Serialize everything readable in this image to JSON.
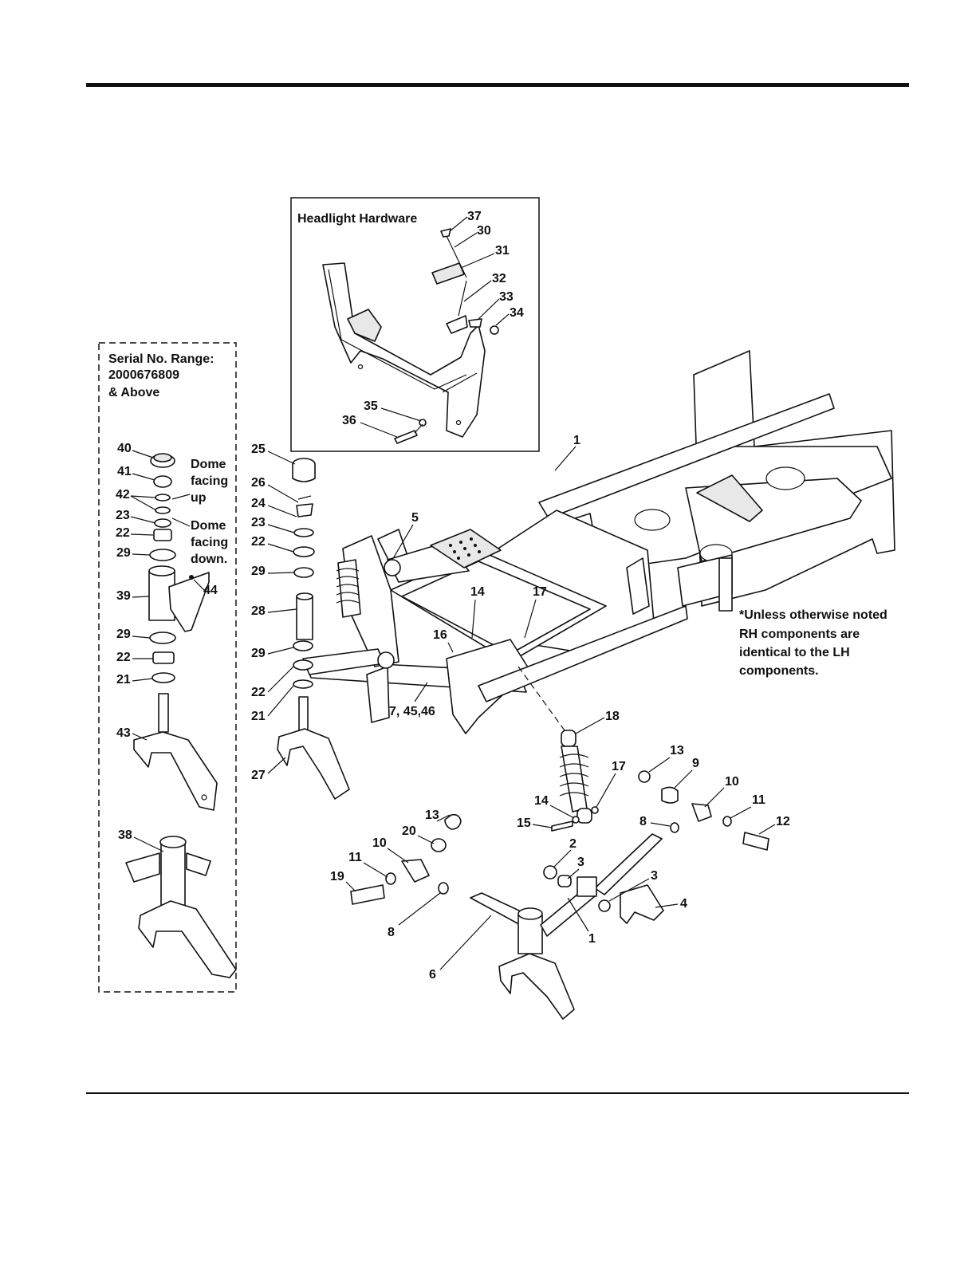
{
  "inset_headlight": {
    "title": "Headlight Hardware",
    "callouts": [
      "37",
      "30",
      "31",
      "32",
      "33",
      "34",
      "35",
      "36"
    ]
  },
  "inset_serial": {
    "title_lines": [
      "Serial No. Range:",
      "2000676809",
      "& Above"
    ],
    "dome_up_lines": [
      "Dome",
      "facing",
      "up"
    ],
    "dome_down_lines": [
      "Dome",
      "facing",
      "down."
    ],
    "callouts": [
      "40",
      "41",
      "42",
      "23",
      "22",
      "29",
      "39",
      "44",
      "29",
      "22",
      "21",
      "43",
      "38"
    ]
  },
  "main_callouts": [
    "1",
    "5",
    "25",
    "26",
    "24",
    "23",
    "22",
    "29",
    "28",
    "29",
    "22",
    "21",
    "27",
    "14",
    "16",
    "17",
    "7, 45,46",
    "18",
    "17",
    "14",
    "15",
    "13",
    "9",
    "10",
    "11",
    "12",
    "8",
    "13",
    "20",
    "10",
    "11",
    "19",
    "8",
    "2",
    "3",
    "3",
    "4",
    "1",
    "6"
  ],
  "note_lines": [
    "*Unless otherwise noted",
    "RH components are",
    "identical to the LH",
    "components."
  ]
}
